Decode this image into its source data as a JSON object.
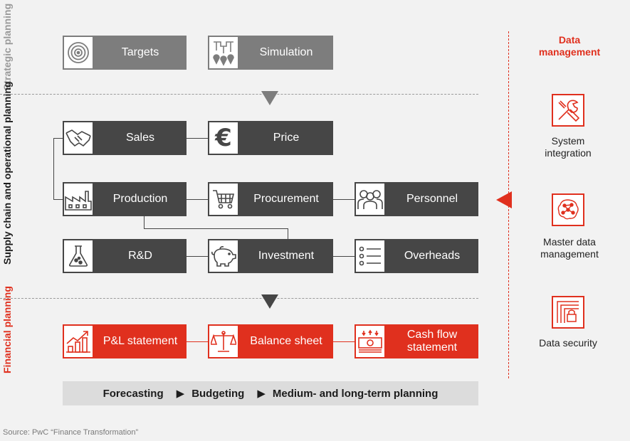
{
  "sections": {
    "strategic": "Strategic planning",
    "supply_chain": "Supply chain and operational planning",
    "financial": "Financial planning"
  },
  "strategic_boxes": [
    {
      "label": "Targets",
      "icon": "target-icon"
    },
    {
      "label": "Simulation",
      "icon": "simulation-icon"
    }
  ],
  "operational_boxes": {
    "sales": {
      "label": "Sales",
      "icon": "handshake-icon"
    },
    "price": {
      "label": "Price",
      "icon": "euro-icon"
    },
    "production": {
      "label": "Production",
      "icon": "factory-icon"
    },
    "procurement": {
      "label": "Procurement",
      "icon": "cart-icon"
    },
    "personnel": {
      "label": "Personnel",
      "icon": "people-icon"
    },
    "rd": {
      "label": "R&D",
      "icon": "flask-icon"
    },
    "investment": {
      "label": "Investment",
      "icon": "piggy-bank-icon"
    },
    "overheads": {
      "label": "Overheads",
      "icon": "list-icon"
    }
  },
  "financial_boxes": [
    {
      "label": "P&L statement",
      "icon": "growth-chart-icon"
    },
    {
      "label": "Balance sheet",
      "icon": "scale-icon"
    },
    {
      "label": "Cash flow statement",
      "icon": "cash-icon"
    }
  ],
  "data_management": {
    "title": "Data management",
    "items": [
      {
        "label": "System integration",
        "icon": "tools-icon"
      },
      {
        "label": "Master data management",
        "icon": "network-icon"
      },
      {
        "label": "Data security",
        "icon": "lock-icon"
      }
    ]
  },
  "process_bar": {
    "steps": [
      "Forecasting",
      "Budgeting",
      "Medium- and long-term planning"
    ]
  },
  "source": "Source: PwC “Finance Transformation”",
  "colors": {
    "strategic": "#7d7d7d",
    "operational": "#464646",
    "financial": "#e0301e",
    "background": "#f2f2f2"
  }
}
